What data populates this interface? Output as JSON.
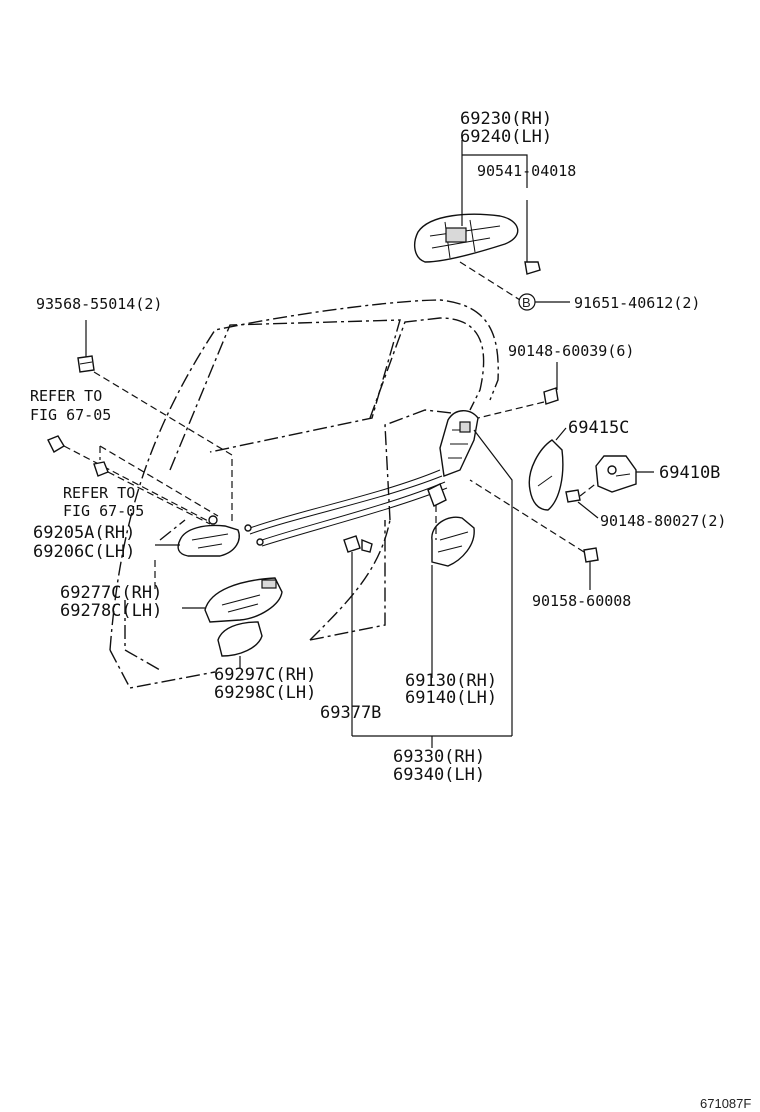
{
  "labels": {
    "p69230": "69230(RH)",
    "p69240": "69240(LH)",
    "p90541": "90541-04018",
    "p91651": "91651-40612(2)",
    "callout_b": "B",
    "p93568": "93568-55014(2)",
    "p90148_60039": "90148-60039(6)",
    "refer_top_1": "REFER TO",
    "refer_top_2": "FIG 67-05",
    "p69415c": "69415C",
    "p69410b": "69410B",
    "refer_mid_1": "REFER TO",
    "refer_mid_2": "FIG 67-05",
    "p90148_80027": "90148-80027(2)",
    "p69205a": "69205A(RH)",
    "p69206c": "69206C(LH)",
    "p90158": "90158-60008",
    "p69277c": "69277C(RH)",
    "p69278c": "69278C(LH)",
    "p69297c": "69297C(RH)",
    "p69298c": "69298C(LH)",
    "p69130": "69130(RH)",
    "p69140": "69140(LH)",
    "p69377b": "69377B",
    "p69330": "69330(RH)",
    "p69340": "69340(LH)",
    "figure_code": "671087F"
  }
}
